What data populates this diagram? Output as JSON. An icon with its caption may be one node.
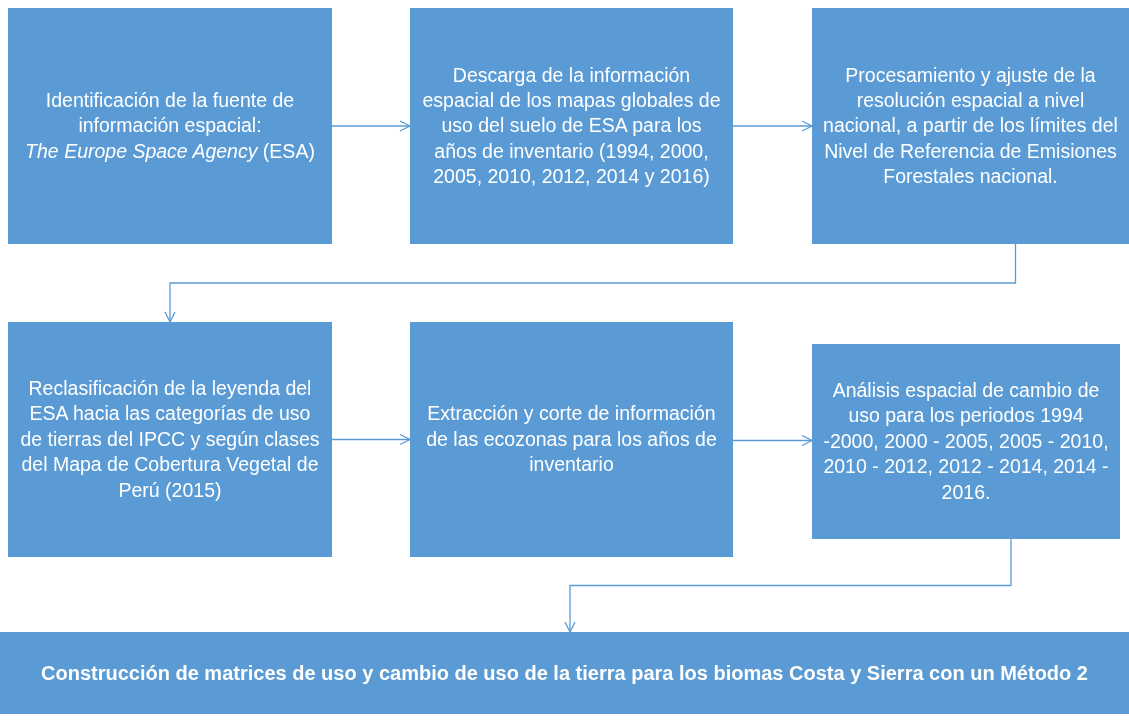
{
  "diagram": {
    "nodes": [
      {
        "text": [
          "Identificación de la fuente de información espacial:",
          "*The Europe Space Agency* (ESA)"
        ]
      },
      {
        "text": [
          "Descarga de la información espacial de los mapas globales de uso del suelo de ESA para los años de inventario (1994, 2000, 2005, 2010, 2012, 2014 y 2016)"
        ]
      },
      {
        "text": [
          "Procesamiento y ajuste de la resolución espacial a nivel nacional, a partir de los límites del Nivel de Referencia de Emisiones Forestales nacional."
        ]
      },
      {
        "text": [
          "Reclasificación de la leyenda del ESA hacia las categorías de uso de tierras del IPCC y según clases del Mapa de Cobertura Vegetal de Perú (2015)"
        ]
      },
      {
        "text": [
          "Extracción y corte de información de las ecozonas para los años de inventario"
        ]
      },
      {
        "text": [
          "Análisis espacial de cambio de uso para los periodos 1994 -2000, 2000 - 2005, 2005 - 2010, 2010 - 2012, 2012 - 2014, 2014 - 2016."
        ]
      },
      {
        "text": [
          "Construcción de matrices de  uso y cambio de uso de la tierra para los biomas Costa y Sierra con un Método 2"
        ]
      }
    ],
    "edges": [
      {
        "from": 0,
        "to": 1,
        "arrow": "to"
      },
      {
        "from": 1,
        "to": 2,
        "arrow": "to"
      },
      {
        "from": 2,
        "to": 3,
        "arrow": "to"
      },
      {
        "from": 3,
        "to": 4,
        "arrow": "to"
      },
      {
        "from": 4,
        "to": 5,
        "arrow": "to"
      },
      {
        "from": 5,
        "to": 6,
        "arrow": "to"
      }
    ]
  }
}
